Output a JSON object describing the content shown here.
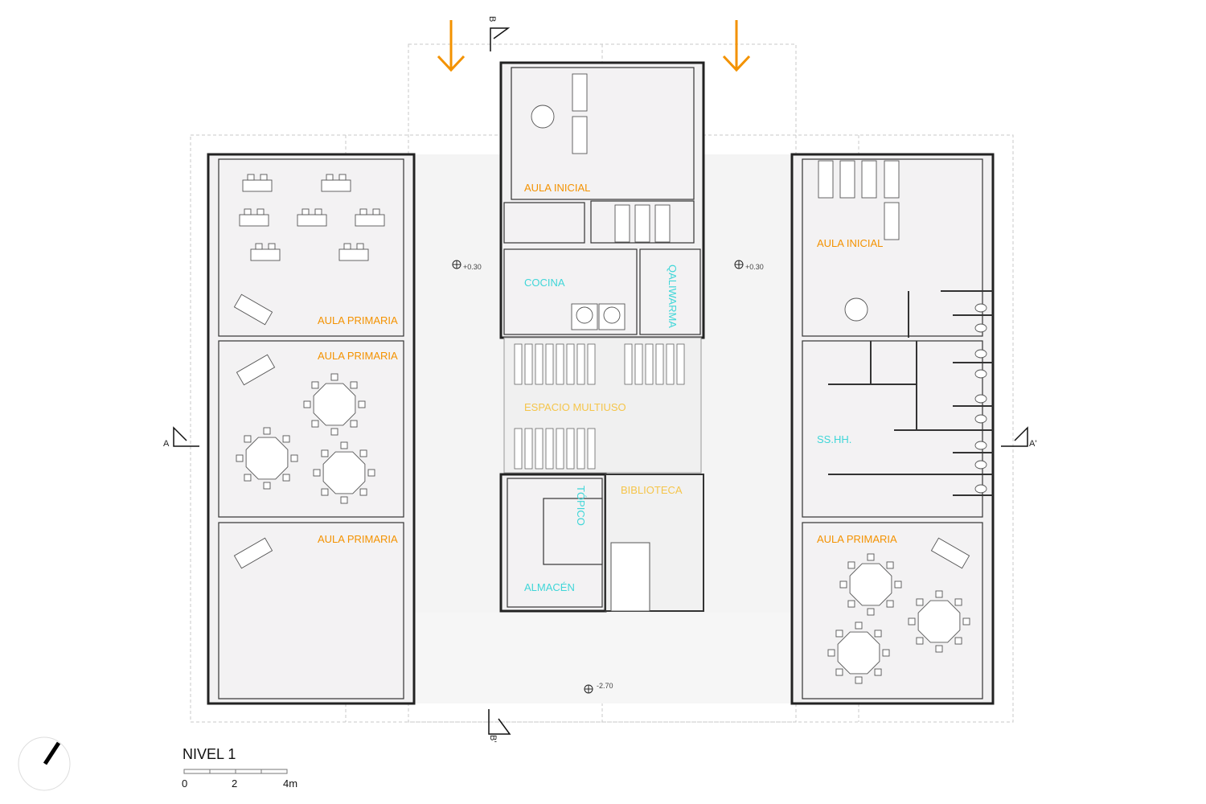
{
  "plan": {
    "title": "NIVEL 1",
    "scale_labels": [
      "0",
      "2",
      "4m"
    ],
    "rooms": {
      "aula_inicial_top": "AULA INICIAL",
      "aula_inicial_right": "AULA INICIAL",
      "aula_primaria_left_1": "AULA PRIMARIA",
      "aula_primaria_left_2": "AULA PRIMARIA",
      "aula_primaria_left_3": "AULA PRIMARIA",
      "aula_primaria_right": "AULA PRIMARIA",
      "cocina": "COCINA",
      "qaliwarma": "QALIWARMA",
      "espacio_multiuso": "ESPACIO MULTIUSO",
      "biblioteca": "BIBLIOTECA",
      "topico": "TÓPICO",
      "almacen": "ALMACÉN",
      "sshh": "SS.HH."
    },
    "levels": {
      "left": "+0.30",
      "right": "+0.30",
      "bottom": "-2.70"
    },
    "sections": {
      "a": "A",
      "a_prime": "A'",
      "b": "B",
      "b_prime": "B'"
    },
    "colors": {
      "classroom": "#f39200",
      "service": "#3fd6d8",
      "common": "#f5c54a",
      "arrow": "#f39200"
    }
  }
}
